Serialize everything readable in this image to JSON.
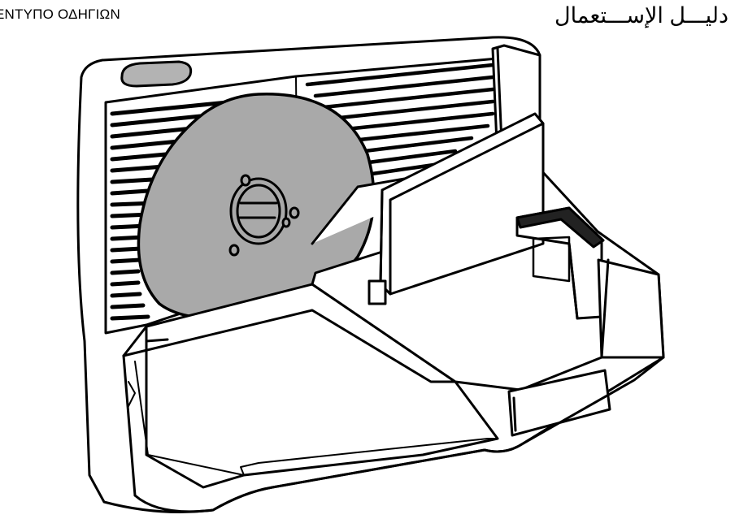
{
  "header": {
    "title_greek": "ΕΝΤΥΠΟ ΟΔΗΓΙΩΝ",
    "title_arabic": "دليـــل الإســـتعمال"
  },
  "illustration": {
    "subject": "food-slicer",
    "blade_color": "#a9a9a9",
    "line_color": "#000000",
    "body_color": "#ffffff"
  }
}
